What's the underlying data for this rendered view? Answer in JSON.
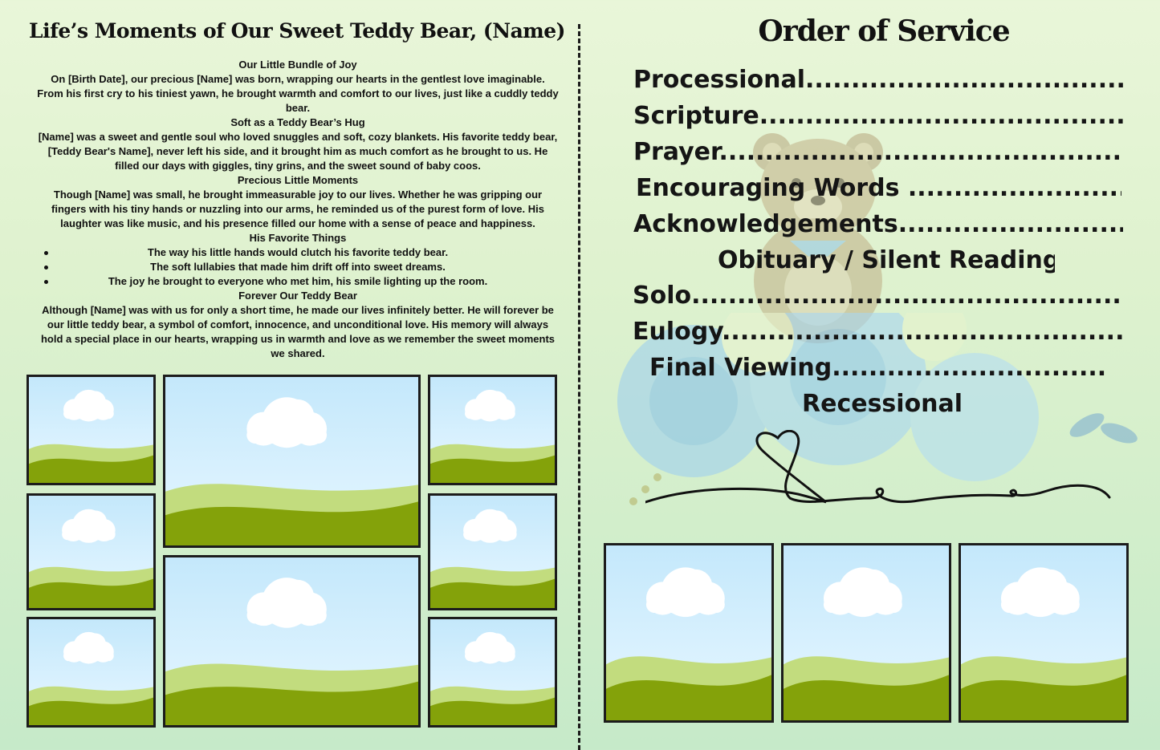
{
  "left": {
    "title": "Life’s Moments of Our Sweet Teddy Bear, (Name)",
    "sections": {
      "s1_heading": "Our Little Bundle of Joy",
      "s1_text": "On [Birth Date], our precious [Name] was born, wrapping our hearts in the gentlest love imaginable. From his first cry to his tiniest yawn, he brought warmth and comfort to our lives, just like a cuddly teddy bear.",
      "s2_heading": "Soft as a Teddy Bear’s Hug",
      "s2_text": "[Name] was a sweet and gentle soul who loved snuggles and soft, cozy blankets. His favorite teddy bear, [Teddy Bear's Name], never left his side, and it brought him as much comfort as he brought to us. He filled our days with giggles, tiny grins, and the sweet sound of baby coos.",
      "s3_heading": "Precious Little Moments",
      "s3_text": "Though [Name] was small, he brought immeasurable joy to our lives. Whether he was gripping our fingers with his tiny hands or nuzzling into our arms, he reminded us of the purest form of love. His laughter was like music, and his presence filled our home with a sense of peace and happiness.",
      "s4_heading": "His Favorite Things",
      "s4_items": [
        "The way his little hands would clutch his favorite teddy bear.",
        "The soft lullabies that made him drift off into sweet dreams.",
        "The joy he brought to everyone who met him, his smile lighting up the room."
      ],
      "s5_heading": "Forever Our Teddy Bear",
      "s5_text": "Although [Name] was with us for only a short time, he made our lives infinitely better. He will forever be our little teddy bear, a symbol of comfort, innocence, and unconditional love. His memory will always hold a special place in our hearts, wrapping us in warmth and love as we remember the sweet moments we shared."
    }
  },
  "right": {
    "title": "Order of Service",
    "items": [
      "Processional......................................",
      "Scripture..........................................",
      "Prayer...............................................",
      "Encouraging Words ..............................",
      "Acknowledgements..............................",
      "Obituary / Silent Reading",
      "Solo..................................................",
      "Eulogy..............................................",
      "Final Viewing.................................",
      "Recessional"
    ]
  },
  "colors": {
    "sky": "#c4e8fb",
    "hill_light": "#c2dc7e",
    "hill_dark": "#84a20a",
    "frame": "#1c1c1c"
  }
}
